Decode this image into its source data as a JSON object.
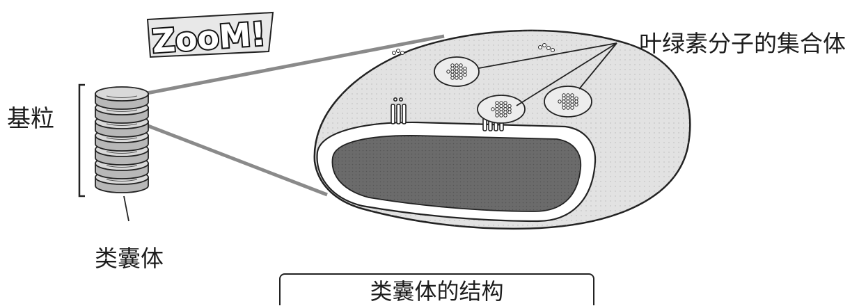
{
  "labels": {
    "zoom": "ZooM!",
    "granum": "基粒",
    "thylakoid": "类囊体",
    "chlorophyll_cluster": "叶绿素分子的集合体",
    "caption": "类囊体的结构"
  },
  "colors": {
    "ink": "#1c1c1c",
    "membrane_fill": "#dedede",
    "lumen_fill": "#6b6b6b",
    "disc_fill": "#c9c9c9"
  },
  "granum_disc_count": 7
}
